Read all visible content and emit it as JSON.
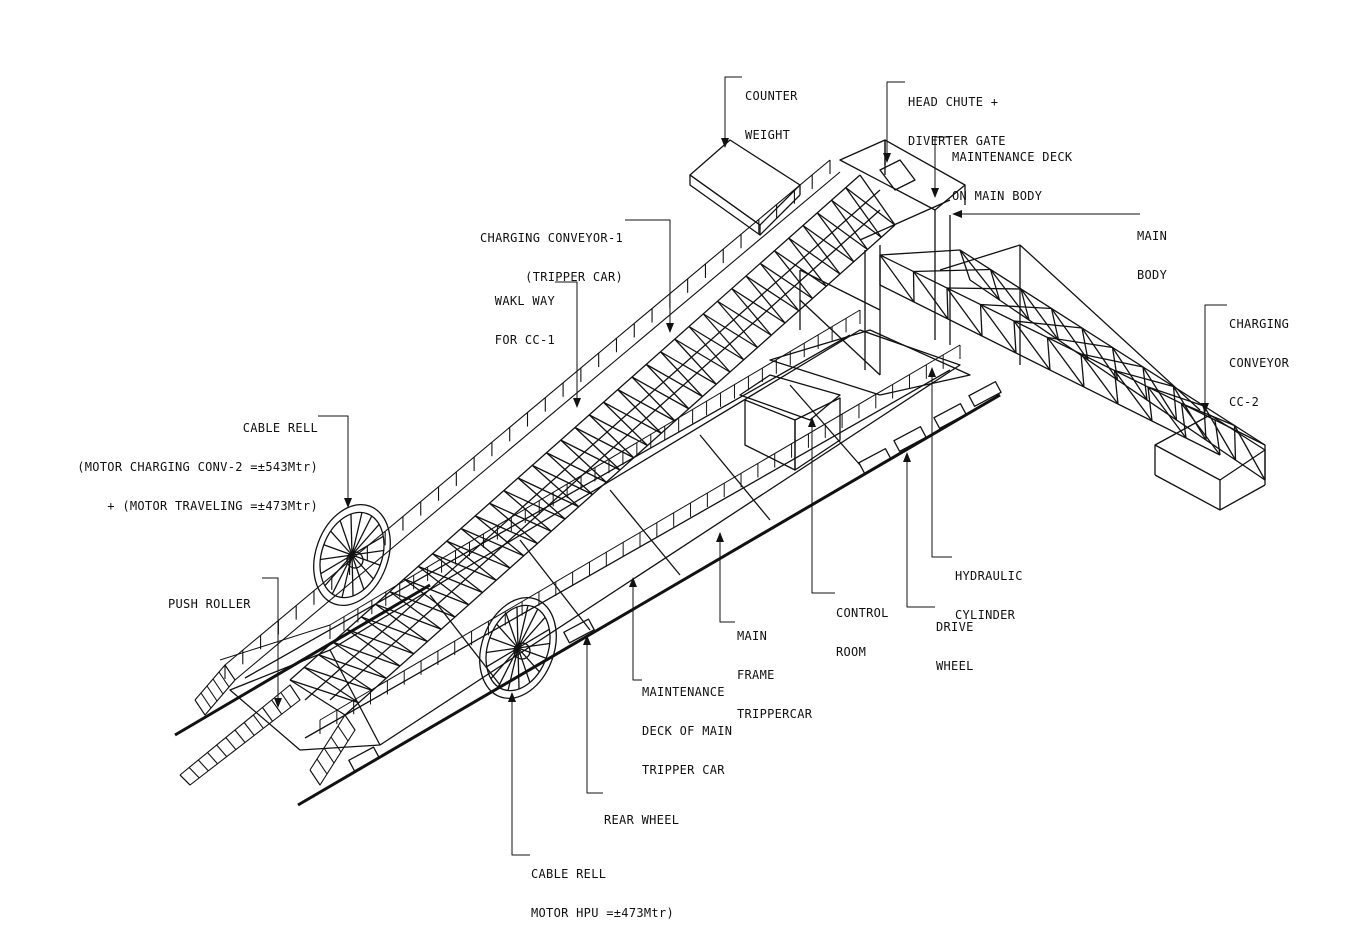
{
  "colors": {
    "ink": "#111111",
    "background": "#ffffff"
  },
  "labels": {
    "counter_weight": [
      "COUNTER",
      "WEIGHT"
    ],
    "head_chute": [
      "HEAD CHUTE +",
      "DIVERTER GATE"
    ],
    "maintenance_deck_main_body": [
      "MAINTENANCE DECK",
      "ON MAIN BODY"
    ],
    "main_body": [
      "MAIN",
      "BODY"
    ],
    "charging_conveyor_1": [
      "CHARGING CONVEYOR-1",
      "(TRIPPER CAR)"
    ],
    "walk_way": [
      "WAKL WAY",
      "FOR CC-1"
    ],
    "charging_conveyor_cc2": [
      "CHARGING",
      "CONVEYOR",
      "CC-2"
    ],
    "cable_reel_left": [
      "CABLE RELL",
      "(MOTOR CHARGING CONV-2 =±543Mtr)",
      "+ (MOTOR TRAVELING =±473Mtr)"
    ],
    "push_roller": [
      "PUSH ROLLER"
    ],
    "hydraulic_cylinder": [
      "HYDRAULIC",
      "CYLINDER"
    ],
    "control_room": [
      "CONTROL",
      "ROOM"
    ],
    "drive_wheel": [
      "DRIVE",
      "WHEEL"
    ],
    "main_frame": [
      "MAIN",
      "FRAME",
      "TRIPPERCAR"
    ],
    "maintenance_deck_tripper": [
      "MAINTENANCE",
      "DECK OF MAIN",
      "TRIPPER CAR"
    ],
    "rear_wheel": [
      "REAR WHEEL"
    ],
    "cable_reel_bottom": [
      "CABLE RELL",
      "MOTOR HPU =±473Mtr)"
    ]
  }
}
